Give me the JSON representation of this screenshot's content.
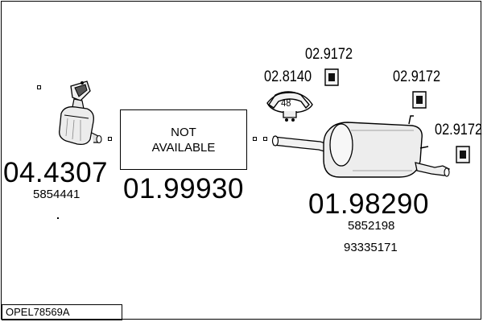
{
  "parts": {
    "catalytic_converter": {
      "number": "04.4307",
      "oem": "5854441"
    },
    "middle_section": {
      "number": "01.99930",
      "status_line1": "NOT",
      "status_line2": "AVAILABLE"
    },
    "rear_silencer": {
      "number": "01.98290",
      "oem_1": "5852198",
      "oem_2": "93335171"
    },
    "clamp": {
      "number": "02.8140",
      "size": "48"
    },
    "rubber_mount_1": {
      "number": "02.9172"
    },
    "rubber_mount_2": {
      "number": "02.9172"
    },
    "rubber_mount_3": {
      "number": "02.9172"
    }
  },
  "footer": {
    "code": "OPEL78569A"
  }
}
